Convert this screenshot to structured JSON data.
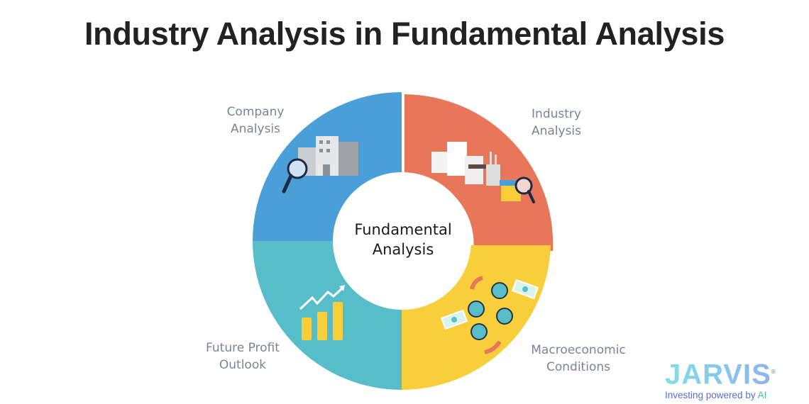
{
  "title": "Industry Analysis in Fundamental Analysis",
  "center": {
    "line1": "Fundamental",
    "line2": "Analysis"
  },
  "segments": [
    {
      "line1": "Company",
      "line2": "Analysis",
      "color": "#4A9FD8",
      "icon": "company-buildings-magnifier-icon"
    },
    {
      "line1": "Industry",
      "line2": "Analysis",
      "color": "#E8775A",
      "icon": "industry-buildings-magnifier-icon"
    },
    {
      "line1": "Macroeconomic",
      "line2": "Conditions",
      "color": "#F8CF3B",
      "icon": "people-money-cycle-icon"
    },
    {
      "line1": "Future Profit",
      "line2": "Outlook",
      "color": "#56BDC9",
      "icon": "growth-bar-chart-icon"
    }
  ],
  "logo": {
    "name": "JARVIS",
    "tagline_prefix": "Investing powered by ",
    "tagline_suffix": "AI"
  }
}
